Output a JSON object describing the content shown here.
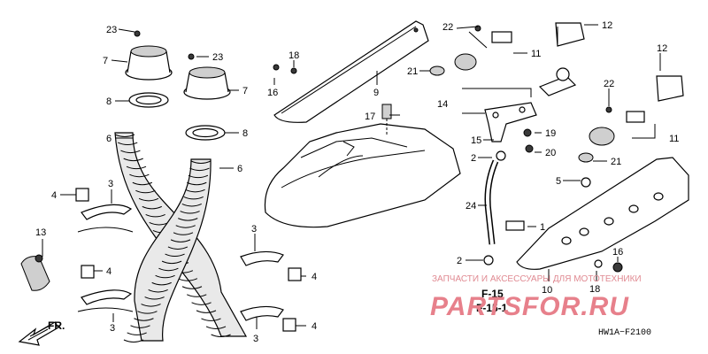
{
  "diagram": {
    "callouts": {
      "c23a": "23",
      "c7a": "7",
      "c23b": "23",
      "c7b": "7",
      "c8a": "8",
      "c8b": "8",
      "c6a": "6",
      "c6b": "6",
      "c4a": "4",
      "c3a": "3",
      "c13": "13",
      "c4b": "4",
      "c3b": "3",
      "c3c": "3",
      "c4c": "4",
      "c3d": "3",
      "c4d": "4",
      "c18a": "18",
      "c16a": "16",
      "c9": "9",
      "c17": "17",
      "c22a": "22",
      "c12a": "12",
      "c11a": "11",
      "c21a": "21",
      "c14": "14",
      "c12b": "12",
      "c22b": "22",
      "c11b": "11",
      "c19": "19",
      "c15": "15",
      "c2a": "2",
      "c20": "20",
      "c21b": "21",
      "c5": "5",
      "c24": "24",
      "c1": "1",
      "c2b": "2",
      "c16b": "16",
      "c18b": "18",
      "c10": "10"
    },
    "ref_f15": "F-15",
    "ref_f151": "F-15-1",
    "fr_label": "FR.",
    "diagram_code": "HW1A−F2100",
    "watermark_top": "ЗАПЧАСТИ И АКСЕССУАРЫ ДЛЯ МОТОТЕХНИКИ",
    "watermark_main": "PARTSFOR.RU"
  }
}
